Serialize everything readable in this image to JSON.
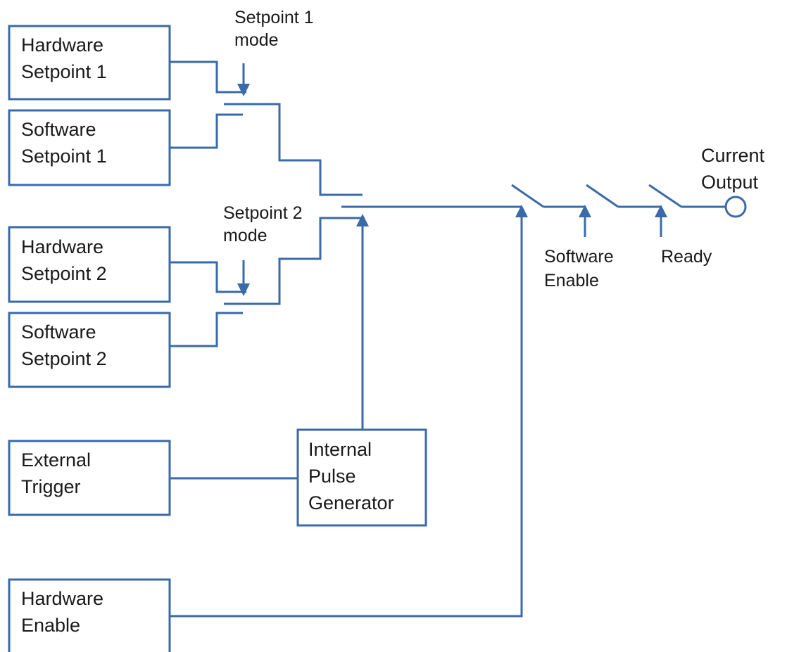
{
  "blocks": {
    "hw_sp1": [
      "Hardware",
      "Setpoint 1"
    ],
    "sw_sp1": [
      "Software",
      "Setpoint 1"
    ],
    "hw_sp2": [
      "Hardware",
      "Setpoint 2"
    ],
    "sw_sp2": [
      "Software",
      "Setpoint 2"
    ],
    "ext_trigger": [
      "External",
      "Trigger"
    ],
    "hw_enable": [
      "Hardware",
      "Enable"
    ],
    "pulse_gen": [
      "Internal",
      "Pulse",
      "Generator"
    ]
  },
  "labels": {
    "sp1_mode": [
      "Setpoint 1",
      "mode"
    ],
    "sp2_mode": [
      "Setpoint 2",
      "mode"
    ],
    "sw_enable": [
      "Software",
      "Enable"
    ],
    "ready": "Ready",
    "current_output": [
      "Current",
      "Output"
    ]
  },
  "colors": {
    "line": "#3a6aa8",
    "text": "#1a1a1a"
  }
}
